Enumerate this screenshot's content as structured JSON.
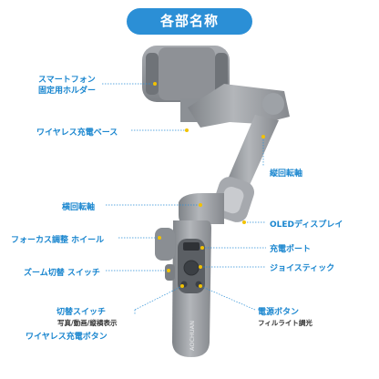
{
  "title": "各部名称",
  "labels": {
    "phone_holder_line1": "スマートフォン",
    "phone_holder_line2": "固定用ホルダー",
    "wireless_base": "ワイヤレス充電ベース",
    "tilt_axis": "縦回転軸",
    "pan_axis": "横回転軸",
    "oled": "OLEDディスプレイ",
    "focus_wheel": "フォーカス調整 ホイール",
    "charge_port": "充電ポート",
    "joystick": "ジョイスティック",
    "zoom_switch": "ズーム切替 スイッチ",
    "mode_switch": "切替スイッチ",
    "mode_switch_sub": "写真/動画/縦横表示",
    "wireless_button": "ワイヤレス充電ボタン",
    "power_button": "電源ボタン",
    "power_button_sub": "フィルライト調光"
  },
  "brand": "AOCHUAN",
  "colors": {
    "accent": "#2b8fd6",
    "label": "#1a86cf",
    "body": "#9a9da3",
    "dot": "#f2c200"
  }
}
